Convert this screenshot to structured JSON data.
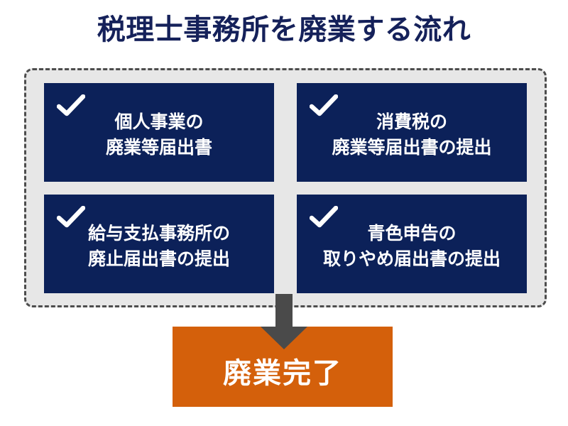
{
  "title": "税理士事務所を廃業する流れ",
  "colors": {
    "title_navy": "#15215a",
    "box_navy": "#0c2159",
    "panel_gray": "#e7e7e7",
    "dash_gray": "#4d4d4d",
    "arrow_gray": "#4a4a4a",
    "result_orange": "#d4600b",
    "text_white": "#ffffff",
    "background": "#ffffff"
  },
  "steps": {
    "icon_name": "check-icon",
    "items": [
      {
        "id": "step-1",
        "label": "個人事業の\n廃業等届出書"
      },
      {
        "id": "step-2",
        "label": "消費税の\n廃業等届出書の提出"
      },
      {
        "id": "step-3",
        "label": "給与支払事務所の\n廃止届出書の提出"
      },
      {
        "id": "step-4",
        "label": "青色申告の\n取りやめ届出書の提出"
      }
    ]
  },
  "arrow": {
    "icon_name": "arrow-down-icon",
    "direction": "down"
  },
  "result": {
    "label": "廃業完了"
  }
}
